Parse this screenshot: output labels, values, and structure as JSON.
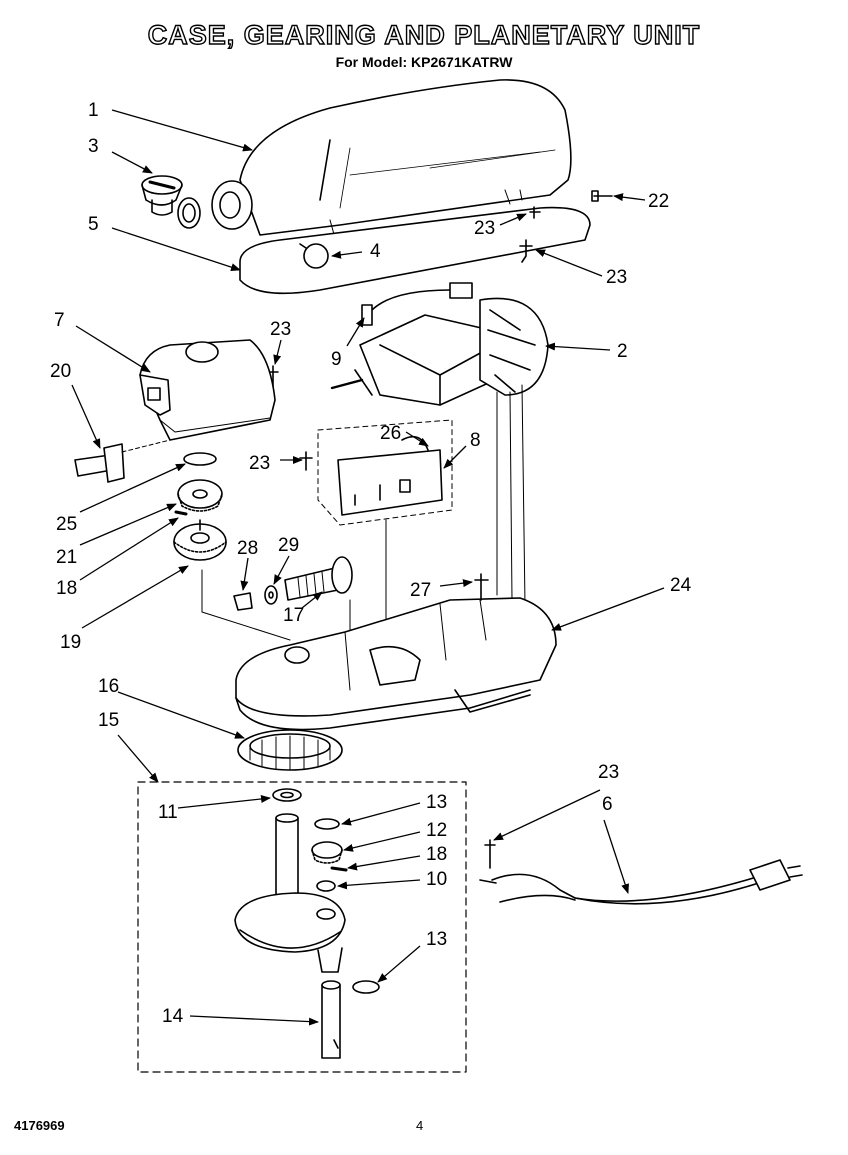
{
  "page": {
    "title": "CASE, GEARING AND PLANETARY UNIT",
    "model_line": "For Model: KP2671KATRW",
    "doc_number": "4176969",
    "page_number": "4"
  },
  "callouts": {
    "c1": "1",
    "c3": "3",
    "c5": "5",
    "c4": "4",
    "c22": "22",
    "c23a": "23",
    "c23b": "23",
    "c7": "7",
    "c23c": "23",
    "c20": "20",
    "c9": "9",
    "c2": "2",
    "c26": "26",
    "c8": "8",
    "c23d": "23",
    "c25": "25",
    "c21": "21",
    "c18a": "18",
    "c28": "28",
    "c29": "29",
    "c17": "17",
    "c19": "19",
    "c27": "27",
    "c24": "24",
    "c16": "16",
    "c15": "15",
    "c11": "11",
    "c13a": "13",
    "c12": "12",
    "c18b": "18",
    "c10": "10",
    "c13b": "13",
    "c14": "14",
    "c23e": "23",
    "c6": "6"
  },
  "parts": [
    {
      "id": "motor-housing",
      "callout": "1"
    },
    {
      "id": "motor",
      "callout": "2"
    },
    {
      "id": "attachment-knob",
      "callout": "3"
    },
    {
      "id": "hinge-pin",
      "callout": "4"
    },
    {
      "id": "housing-gasket",
      "callout": "5"
    },
    {
      "id": "power-cord",
      "callout": "6"
    },
    {
      "id": "gear-case",
      "callout": "7"
    },
    {
      "id": "control-board",
      "callout": "8"
    },
    {
      "id": "wire-harness",
      "callout": "9"
    },
    {
      "id": "washer",
      "callout": "10"
    },
    {
      "id": "top-washer",
      "callout": "11"
    },
    {
      "id": "planetary-gear",
      "callout": "12"
    },
    {
      "id": "retaining-ring",
      "callout": "13"
    },
    {
      "id": "beater-shaft",
      "callout": "14"
    },
    {
      "id": "planetary-unit",
      "callout": "15"
    },
    {
      "id": "ring-gear",
      "callout": "16"
    },
    {
      "id": "worm-gear",
      "callout": "17"
    },
    {
      "id": "pin",
      "callout": "18"
    },
    {
      "id": "bevel-gear",
      "callout": "19"
    },
    {
      "id": "attachment-shaft",
      "callout": "20"
    },
    {
      "id": "drive-gear",
      "callout": "21"
    },
    {
      "id": "screw",
      "callout": "22"
    },
    {
      "id": "screw-23",
      "callout": "23"
    },
    {
      "id": "gear-case-base",
      "callout": "24"
    },
    {
      "id": "snap-ring",
      "callout": "25"
    },
    {
      "id": "wire-lead",
      "callout": "26"
    },
    {
      "id": "screw-27",
      "callout": "27"
    },
    {
      "id": "thrust-bearing",
      "callout": "28"
    },
    {
      "id": "thrust-washer",
      "callout": "29"
    }
  ]
}
